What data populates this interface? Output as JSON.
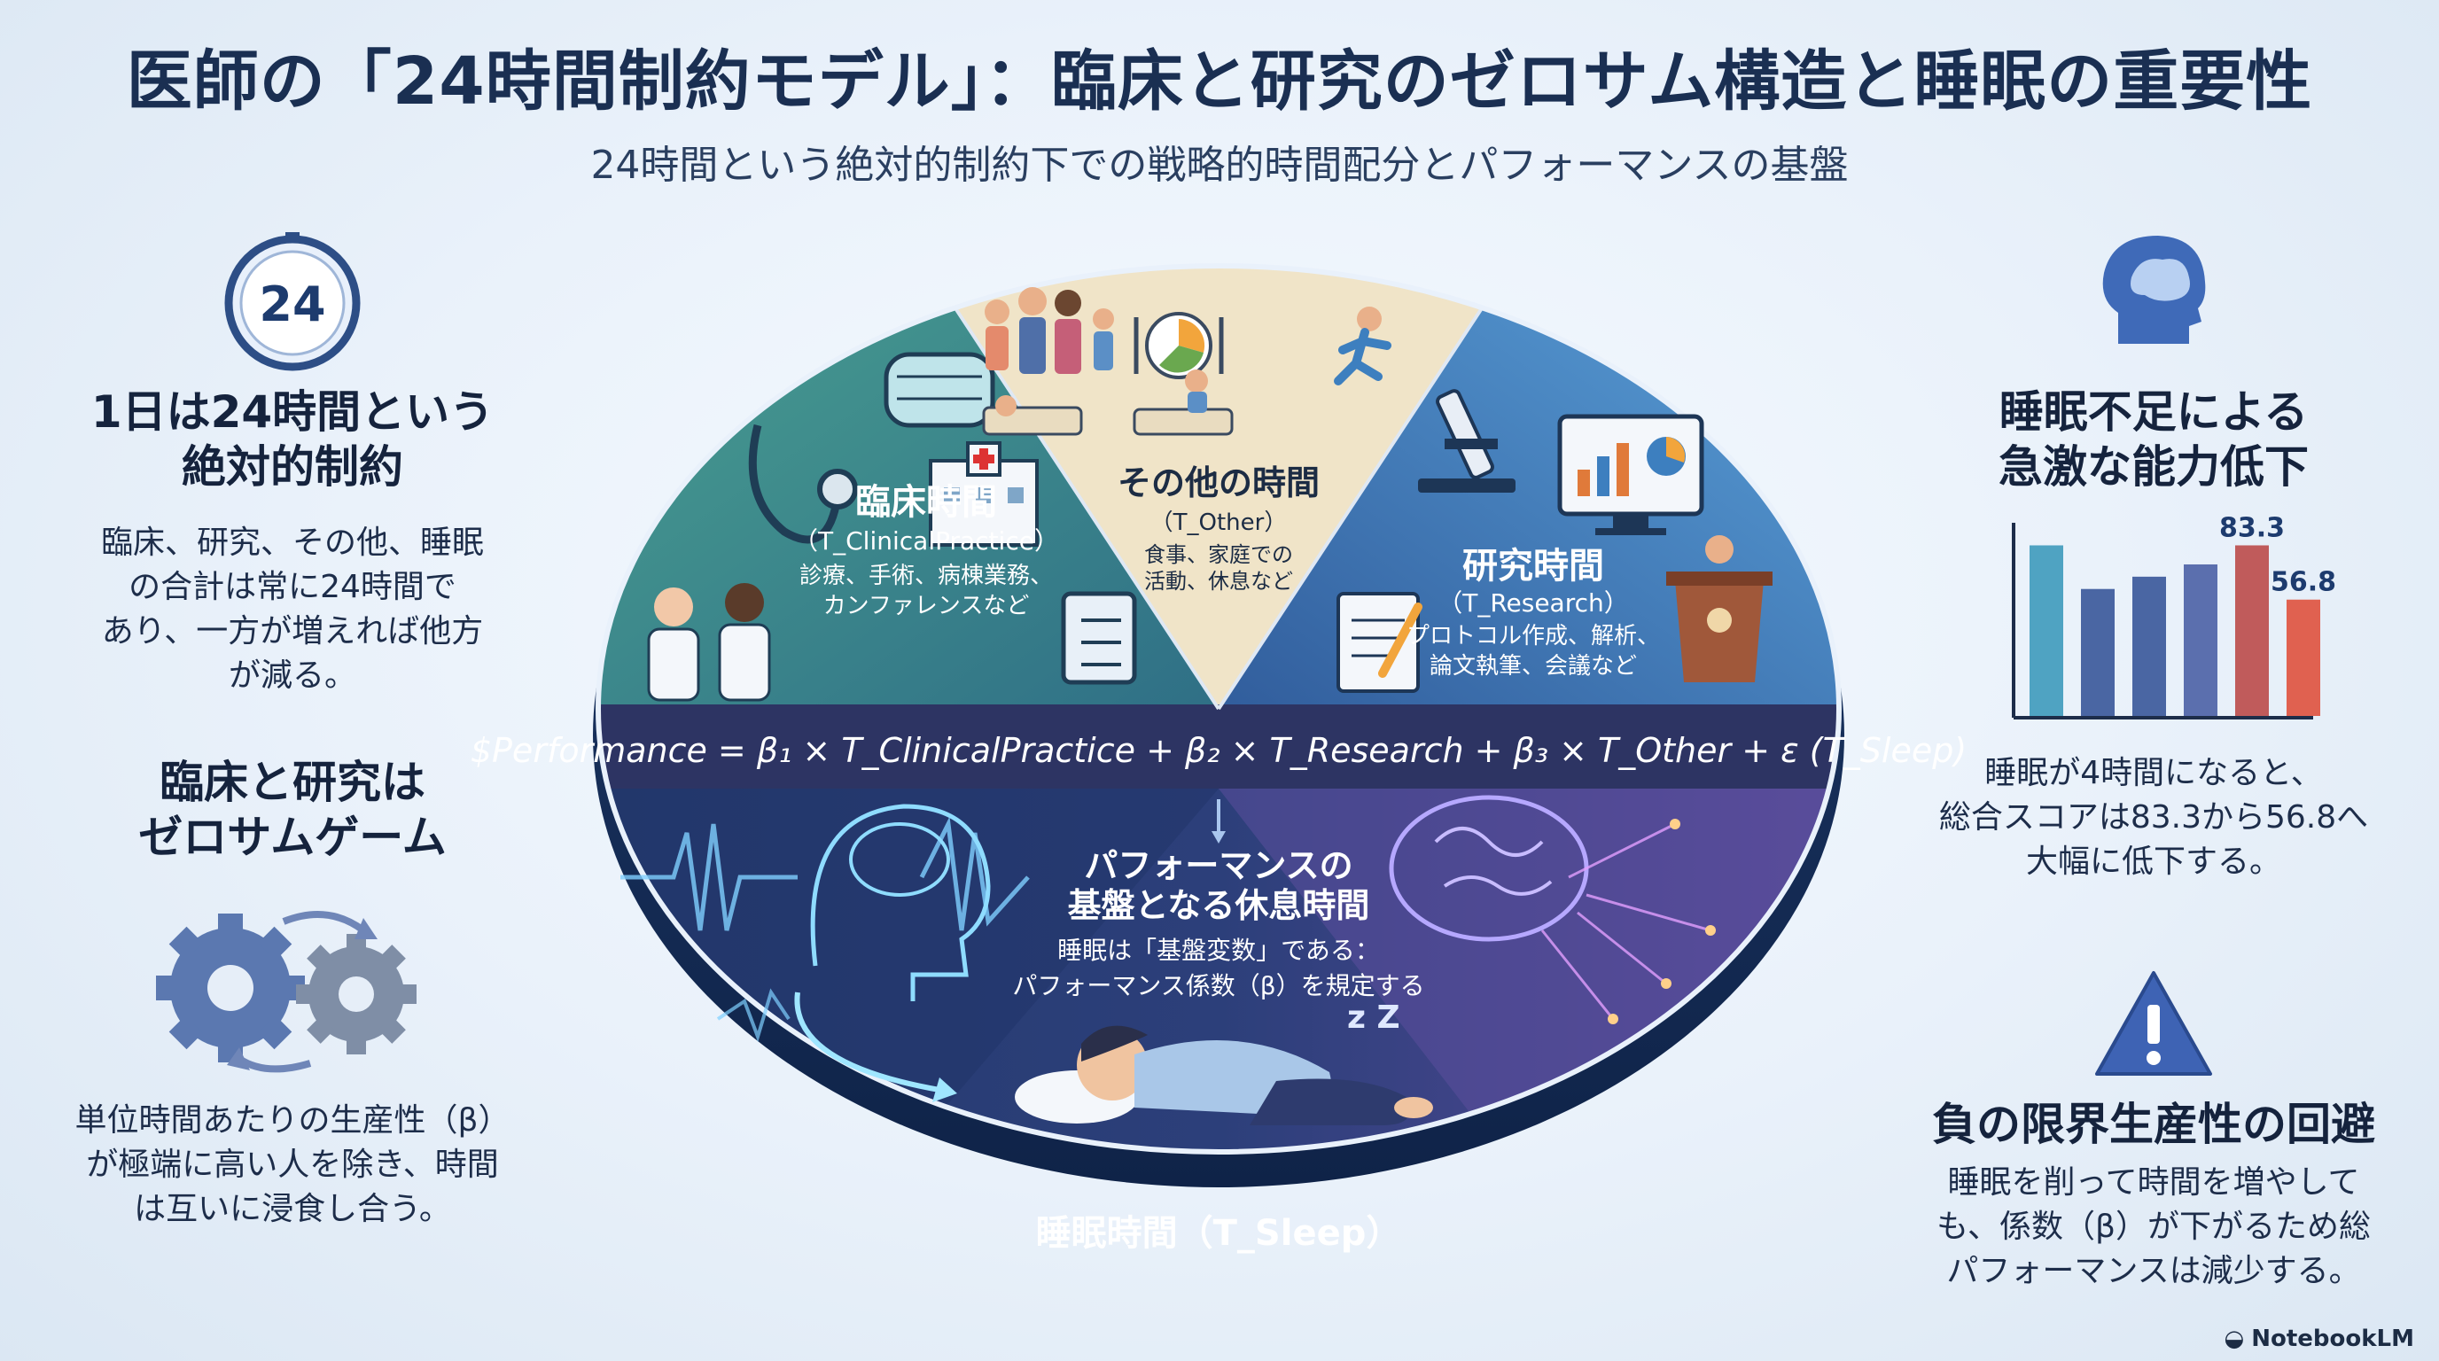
{
  "header": {
    "title": "医師の「24時間制約モデル」：臨床と研究のゼロサム構造と睡眠の重要性",
    "subtitle": "24時間という絶対的制約下での戦略的時間配分とパフォーマンスの基盤"
  },
  "left": {
    "clock_label": "24",
    "section1": {
      "heading_line1": "1日は24時間という",
      "heading_line2": "絶対的制約",
      "body": [
        "臨床、研究、その他、睡眠",
        "の合計は常に24時間で",
        "あり、一方が増えれば他方",
        "が減る。"
      ]
    },
    "section2": {
      "heading_line1": "臨床と研究は",
      "heading_line2": "ゼロサムゲーム",
      "body": [
        "単位時間あたりの生産性（β）",
        "が極端に高い人を除き、時間",
        "は互いに浸食し合う。"
      ]
    }
  },
  "right": {
    "section1": {
      "heading_line1": "睡眠不足による",
      "heading_line2": "急激な能力低下",
      "body": [
        "睡眠が4時間になると、",
        "総合スコアは83.3から56.8へ",
        "大幅に低下する。"
      ]
    },
    "section2": {
      "heading": "負の限界生産性の回避",
      "body": [
        "睡眠を削って時間を増やして",
        "も、係数（β）が下がるため総",
        "パフォーマンスは減少する。"
      ]
    }
  },
  "chart_data": {
    "type": "bar",
    "values": [
      83.3,
      62,
      68,
      74,
      83.3,
      56.8
    ],
    "data_labels": [
      "",
      "",
      "",
      "",
      "83.3",
      "56.8"
    ],
    "colors": [
      "#4fa3c2",
      "#4a66a3",
      "#4a66a3",
      "#5b6fae",
      "#c05b5b",
      "#e06150"
    ]
  },
  "diagram": {
    "clinical": {
      "title": "臨床時間",
      "sub": "（T_ClinicalPractice）",
      "desc": [
        "診療、手術、病棟業務、",
        "カンファレンスなど"
      ]
    },
    "other": {
      "title": "その他の時間",
      "sub": "（T_Other）",
      "desc": [
        "食事、家庭での",
        "活動、休息など"
      ]
    },
    "research": {
      "title": "研究時間",
      "sub": "（T_Research）",
      "desc": [
        "プロトコル作成、解析、",
        "論文執筆、会議など"
      ]
    },
    "formula": "$Performance = β₁ × T_ClinicalPractice + β₂ × T_Research + β₃ × T_Other + ε (T_Sleep)",
    "rest": {
      "title_line1": "パフォーマンスの",
      "title_line2": "基盤となる休息時間",
      "desc": [
        "睡眠は「基盤変数」である：",
        "パフォーマンス係数（β）を規定する"
      ]
    },
    "sleep_label": "睡眠時間（T_Sleep）",
    "zzz": "z Z"
  },
  "colors": {
    "clinical": "#3f8f8a",
    "other": "#efe2c6",
    "research": "#3d7fbf",
    "formula_band": "#2f3668",
    "sleep": "#2b3a74",
    "title": "#1a2f52"
  },
  "brand": "NotebookLM"
}
